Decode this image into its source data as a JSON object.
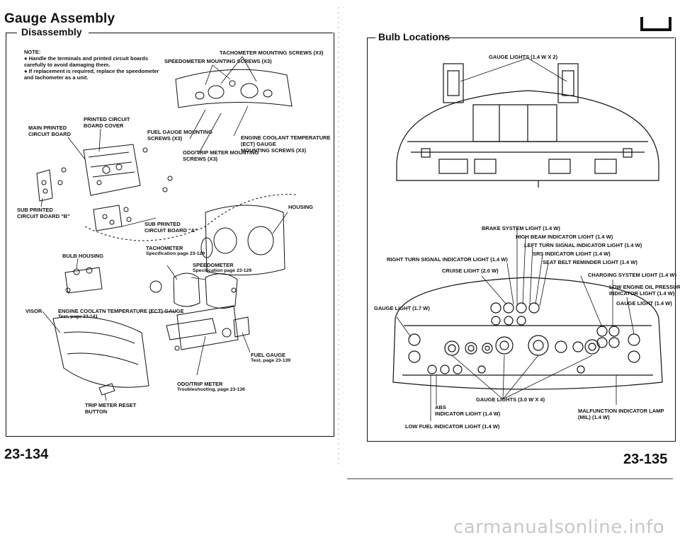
{
  "left_page": {
    "title": "Gauge Assembly",
    "section": "Disassembly",
    "page_number": "23-134",
    "note": {
      "heading": "NOTE:",
      "bullet1": "Handle the terminals and printed circuit boards carefully to avoid damaging them.",
      "bullet2": "If replacement is required, replace the speedometer and tachometer as a unit."
    },
    "labels": {
      "tach_screws": "TACHOMETER MOUNTING SCREWS (x3)",
      "speedo_screws": "SPEEDOMETER MOUNTING SCREWS (x3)",
      "pcb_cover_1": "PRINTED CIRCUIT",
      "pcb_cover_2": "BOARD COVER",
      "main_pcb_1": "MAIN PRINTED",
      "main_pcb_2": "CIRCUIT BOARD",
      "fuel_screws_1": "FUEL GAUGE MOUNTING",
      "fuel_screws_2": "SCREWS (x3)",
      "ect_screws_1": "ENGINE COOLANT TEMPERATURE",
      "ect_screws_2": "(ECT) GAUGE",
      "ect_screws_3": "MOUNTING SCREWS (x3)",
      "odo_screws_1": "ODO/TRIP METER MOUNTING",
      "odo_screws_2": "SCREWS (x3)",
      "housing": "HOUSING",
      "sub_pcb_b_1": "SUB PRINTED",
      "sub_pcb_b_2": "CIRCUIT BOARD \"B\"",
      "sub_pcb_a_1": "SUB PRINTED",
      "sub_pcb_a_2": "CIRCUIT BOARD \"A\"",
      "tach_1": "TACHOMETER",
      "tach_2": "Specification page 23-129",
      "bulb_housing": "BULB HOUSING",
      "speedo_1": "SPEEDOMETER",
      "speedo_2": "Specification page 23-129",
      "visor": "VISOR",
      "ect_gauge_1": "ENGINE COOLATN TEMPERATURE (ECT) GAUGE",
      "ect_gauge_2": "Test, page 23-141",
      "fuel_gauge_1": "FUEL GAUGE",
      "fuel_gauge_2": "Test, page 23-139",
      "odo_1": "ODO/TRIP METER",
      "odo_2": "Troubleshooting, page 23-136",
      "trip_reset_1": "TRIP METER RESET",
      "trip_reset_2": "BUTTON"
    }
  },
  "right_page": {
    "section": "Bulb Locations",
    "page_number": "23-135",
    "labels": {
      "gauge_lights_top": "GAUGE LIGHTS (1.4 W X 2)",
      "brake": "BRAKE SYSTEM LIGHT (1.4 W)",
      "high_beam": "HIGH BEAM INDICATOR LIGHT (1.4 W)",
      "left_turn": "LEFT TURN SIGNAL INDICATOR LIGHT (1.4 W)",
      "srs": "SRS INDICATOR LIGHT (1.4 W)",
      "right_turn": "RIGHT TURN SIGNAL INDICATOR LIGHT (1.4 W)",
      "seat_belt": "SEAT BELT REMINDER LIGHT (1.4 W)",
      "cruise": "CRUISE LIGHT (2.0 W)",
      "charging": "CHARGING SYSTEM LIGHT (1.4 W)",
      "low_oil_1": "LOW ENGINE OIL PRESSURE",
      "low_oil_2": "INDICATOR LIGHT (1.4 W)",
      "gauge_light_left": "GAUGE LIGHT (1.7 W)",
      "gauge_light_right": "GAUGE LIGHT (1.4 W)",
      "gauge_lights_bottom": "GAUGE LIGHTS (3.0 W x 4)",
      "abs_1": "ABS",
      "abs_2": "INDICATOR LIGHT (1.4 W)",
      "low_fuel": "LOW FUEL INDICATOR LIGHT (1.4 W)",
      "mil_1": "MALFUNCTION INDICATOR LAMP",
      "mil_2": "(MIL) (1.4 W)"
    }
  },
  "watermark": "carmanualsonline.info"
}
